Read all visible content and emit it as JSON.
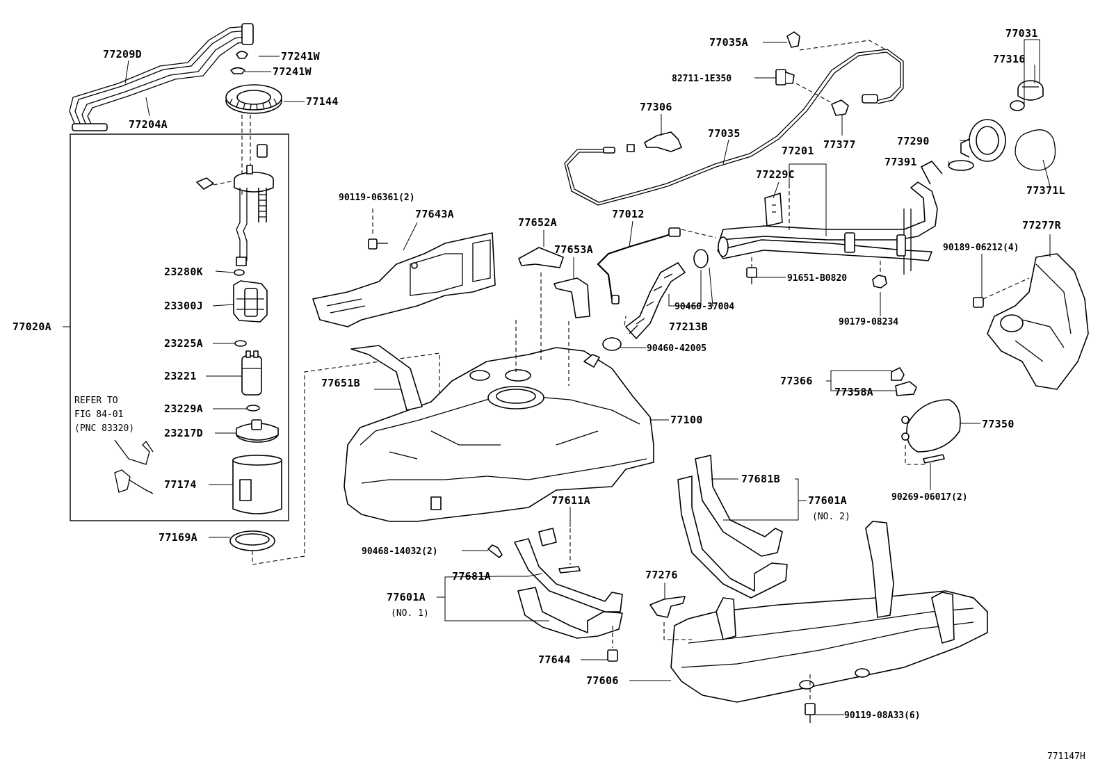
{
  "diagram_id": "771147H",
  "callouts": {
    "c77209D": "77209D",
    "c77241W_a": "77241W",
    "c77241W_b": "77241W",
    "c77144": "77144",
    "c77204A": "77204A",
    "c77020A": "77020A",
    "c23280K": "23280K",
    "c23300J": "23300J",
    "c23225A": "23225A",
    "c23221": "23221",
    "c23229A": "23229A",
    "c23217D": "23217D",
    "c77174": "77174",
    "c77169A": "77169A",
    "c90119_06361": "90119-06361(2)",
    "c77643A": "77643A",
    "c77652A": "77652A",
    "c77653A": "77653A",
    "c77651B": "77651B",
    "c77100": "77100",
    "c77611A": "77611A",
    "c90468_14032": "90468-14032(2)",
    "c77681A": "77681A",
    "c77601A_1": "77601A",
    "c77644": "77644",
    "c77606": "77606",
    "c77276": "77276",
    "c77681B": "77681B",
    "c77601A_2": "77601A",
    "c90119_08A33": "90119-08A33(6)",
    "c77035A": "77035A",
    "c82711": "82711-1E350",
    "c77306": "77306",
    "c77035": "77035",
    "c77377": "77377",
    "c77012": "77012",
    "c77201": "77201",
    "c77229C": "77229C",
    "c91651": "91651-B0820",
    "c90460_37004": "90460-37004",
    "c77213B": "77213B",
    "c90460_42005": "90460-42005",
    "c90179": "90179-08234",
    "c77031": "77031",
    "c77316": "77316",
    "c77290": "77290",
    "c77391": "77391",
    "c77371L": "77371L",
    "c77277R": "77277R",
    "c90189": "90189-06212(4)",
    "c77366": "77366",
    "c77358A": "77358A",
    "c77350": "77350",
    "c90269": "90269-06017(2)"
  },
  "notes": {
    "refer_line1": "REFER TO",
    "refer_line2": "FIG 84-01",
    "refer_line3": "(PNC 83320)",
    "no1": "(NO. 1)",
    "no2": "(NO. 2)"
  }
}
